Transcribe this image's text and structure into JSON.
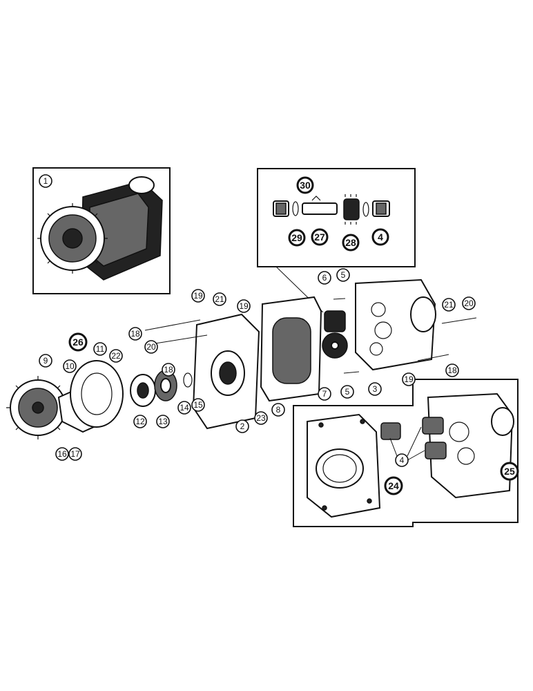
{
  "callouts": [
    {
      "id": "c1",
      "label": "1",
      "bold": false
    },
    {
      "id": "c2",
      "label": "2",
      "bold": false
    },
    {
      "id": "c3",
      "label": "3",
      "bold": false
    },
    {
      "id": "c4a",
      "label": "4",
      "bold": true
    },
    {
      "id": "c4b",
      "label": "4",
      "bold": false
    },
    {
      "id": "c5a",
      "label": "5",
      "bold": false
    },
    {
      "id": "c5b",
      "label": "5",
      "bold": false
    },
    {
      "id": "c6",
      "label": "6",
      "bold": false
    },
    {
      "id": "c7",
      "label": "7",
      "bold": false
    },
    {
      "id": "c8",
      "label": "8",
      "bold": false
    },
    {
      "id": "c9",
      "label": "9",
      "bold": false
    },
    {
      "id": "c10",
      "label": "10",
      "bold": false
    },
    {
      "id": "c11",
      "label": "11",
      "bold": false
    },
    {
      "id": "c12",
      "label": "12",
      "bold": false
    },
    {
      "id": "c13",
      "label": "13",
      "bold": false
    },
    {
      "id": "c14",
      "label": "14",
      "bold": false
    },
    {
      "id": "c15",
      "label": "15",
      "bold": false
    },
    {
      "id": "c16",
      "label": "16",
      "bold": false
    },
    {
      "id": "c17",
      "label": "17",
      "bold": false
    },
    {
      "id": "c18a",
      "label": "18",
      "bold": false
    },
    {
      "id": "c18b",
      "label": "18",
      "bold": false
    },
    {
      "id": "c18c",
      "label": "18",
      "bold": false
    },
    {
      "id": "c19a",
      "label": "19",
      "bold": false
    },
    {
      "id": "c19b",
      "label": "19",
      "bold": false
    },
    {
      "id": "c19c",
      "label": "19",
      "bold": false
    },
    {
      "id": "c20a",
      "label": "20",
      "bold": false
    },
    {
      "id": "c20b",
      "label": "20",
      "bold": false
    },
    {
      "id": "c21a",
      "label": "21",
      "bold": false
    },
    {
      "id": "c21b",
      "label": "21",
      "bold": false
    },
    {
      "id": "c22",
      "label": "22",
      "bold": false
    },
    {
      "id": "c23",
      "label": "23",
      "bold": false
    },
    {
      "id": "c24",
      "label": "24",
      "bold": true
    },
    {
      "id": "c25",
      "label": "25",
      "bold": true
    },
    {
      "id": "c26",
      "label": "26",
      "bold": true
    },
    {
      "id": "c27",
      "label": "27",
      "bold": true
    },
    {
      "id": "c28",
      "label": "28",
      "bold": true
    },
    {
      "id": "c29",
      "label": "29",
      "bold": true
    },
    {
      "id": "c30",
      "label": "30",
      "bold": true
    }
  ]
}
